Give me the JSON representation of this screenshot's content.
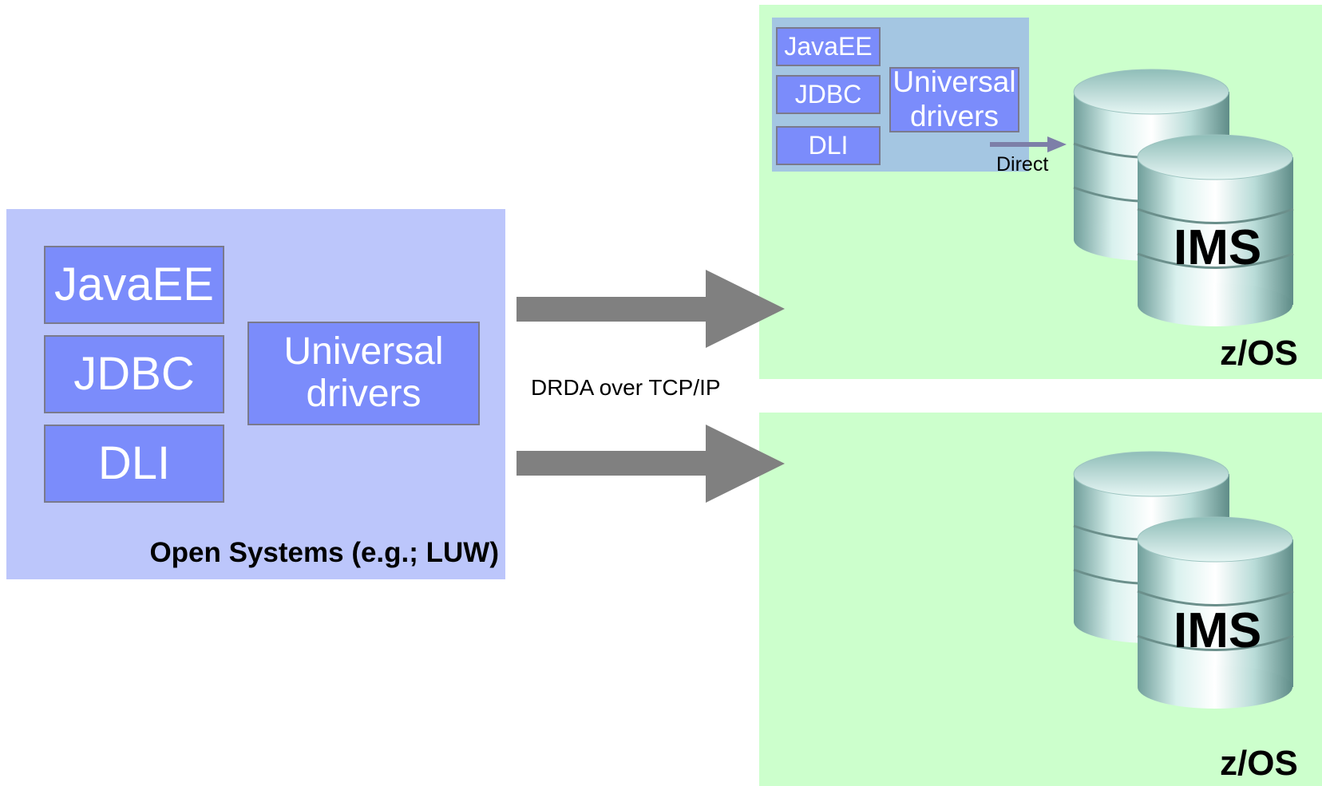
{
  "open_systems": {
    "javaee": "JavaEE",
    "jdbc": "JDBC",
    "dli": "DLI",
    "universal": "Universal\ndrivers",
    "label": "Open Systems (e.g.; LUW)"
  },
  "connection": {
    "label": "DRDA over TCP/IP"
  },
  "zos_top": {
    "javaee": "JavaEE",
    "jdbc": "JDBC",
    "dli": "DLI",
    "universal": "Universal\ndrivers",
    "direct": "Direct",
    "db_label": "IMS",
    "os_label": "z/OS"
  },
  "zos_bottom": {
    "db_label": "IMS",
    "os_label": "z/OS"
  },
  "colors": {
    "open_panel": "#bcc6fb",
    "driver_box": "#7b8cfb",
    "zos_zone": "#ccffcc",
    "zos_subpanel": "#a4c6e2",
    "arrow": "#808080"
  }
}
